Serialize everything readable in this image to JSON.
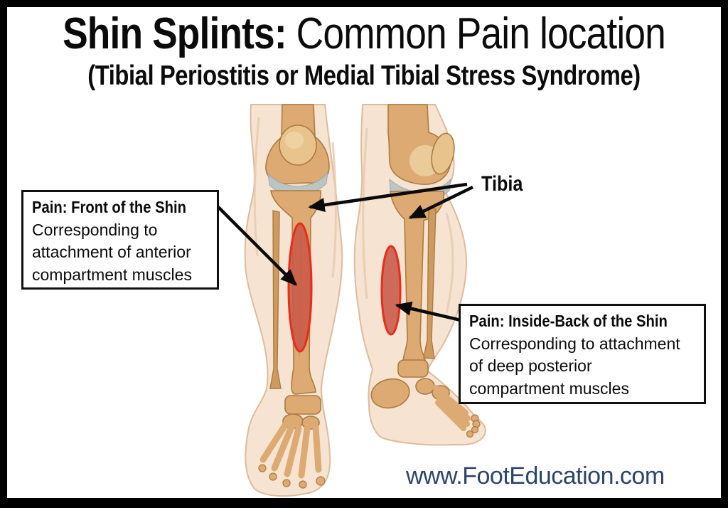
{
  "title": {
    "lead": "Shin Splints:",
    "rest": " Common Pain location"
  },
  "subtitle": "(Tibial Periostitis or Medial Tibial Stress Syndrome)",
  "tibia_label": "Tibia",
  "left_callout": {
    "heading": "Pain: Front of the Shin",
    "line1": "Corresponding to",
    "line2": "attachment of anterior",
    "line3": "compartment muscles"
  },
  "right_callout": {
    "heading": "Pain: Inside-Back of the Shin",
    "line1": "Corresponding to attachment",
    "line2": "of deep posterior",
    "line3": "compartment muscles"
  },
  "website": "www.FootEducation.com",
  "colors": {
    "pain_fill": "#c85948",
    "pain_outline": "#e92d1b",
    "website_text": "#2e4468",
    "skin": "#f6e3d1",
    "bone": "#dcaa72",
    "bone_outline": "#ab7b40",
    "cartilage": "#bac3c4",
    "frame": "#000000"
  }
}
